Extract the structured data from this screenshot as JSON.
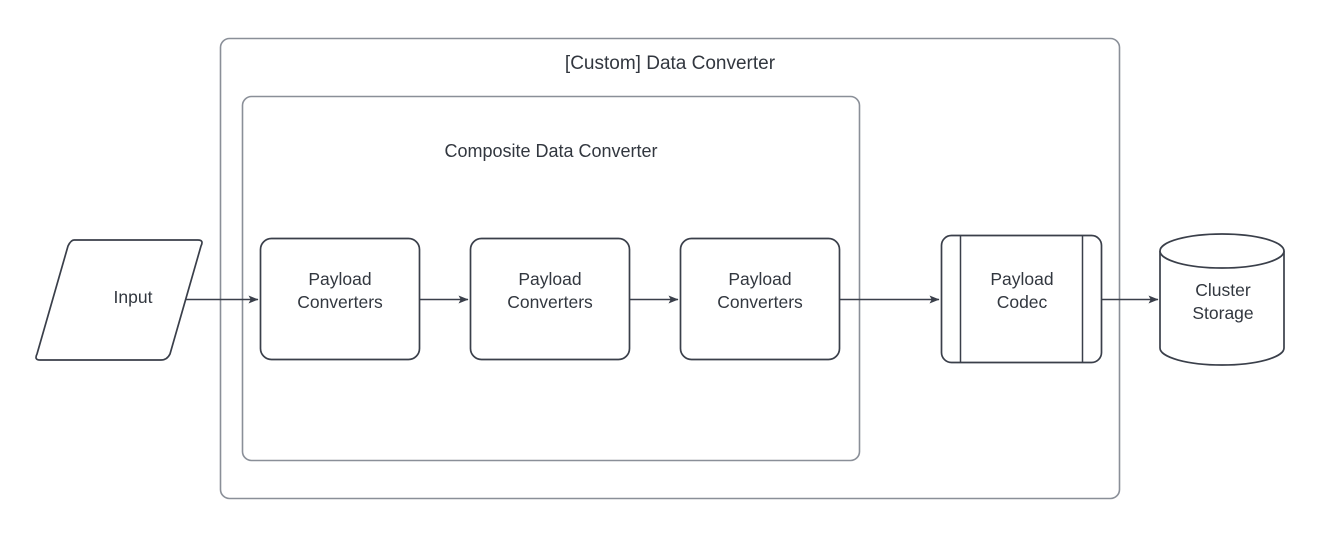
{
  "diagram": {
    "title": "[Custom] Data Converter",
    "background_color": "#ffffff",
    "container_border_color": "#8a8f98",
    "shape_border_color": "#3a3f4a",
    "text_color": "#32373f",
    "arrow_color": "#3a3f4a"
  },
  "containers": {
    "outer": {
      "label": "[Custom] Data Converter",
      "shape": "rounded-rectangle"
    },
    "inner": {
      "label": "Composite Data Converter",
      "shape": "rounded-rectangle"
    }
  },
  "nodes": {
    "input": {
      "label": "Input",
      "shape": "parallelogram"
    },
    "payload_converters_1": {
      "label": "Payload\nConverters",
      "shape": "rounded-rectangle"
    },
    "payload_converters_2": {
      "label": "Payload\nConverters",
      "shape": "rounded-rectangle"
    },
    "payload_converters_3": {
      "label": "Payload\nConverters",
      "shape": "rounded-rectangle"
    },
    "payload_codec": {
      "label": "Payload\nCodec",
      "shape": "predefined-process"
    },
    "cluster_storage": {
      "label": "Cluster\nStorage",
      "shape": "cylinder"
    }
  },
  "edges": [
    {
      "from": "input",
      "to": "payload_converters_1",
      "style": "solid-arrow"
    },
    {
      "from": "payload_converters_1",
      "to": "payload_converters_2",
      "style": "solid-arrow"
    },
    {
      "from": "payload_converters_2",
      "to": "payload_converters_3",
      "style": "solid-arrow"
    },
    {
      "from": "payload_converters_3",
      "to": "payload_codec",
      "style": "solid-arrow"
    },
    {
      "from": "payload_codec",
      "to": "cluster_storage",
      "style": "solid-arrow"
    }
  ]
}
